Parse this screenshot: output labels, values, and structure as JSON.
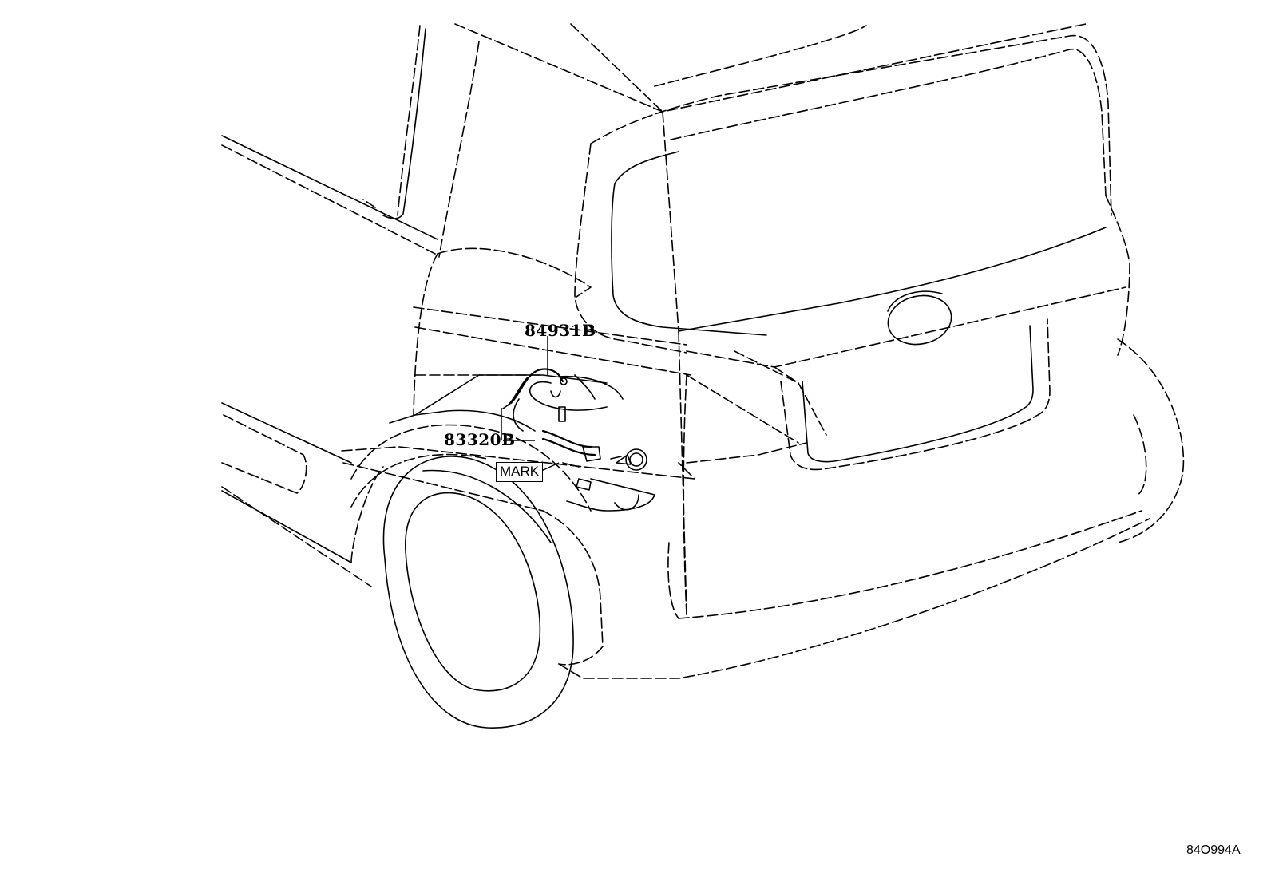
{
  "callouts": {
    "part_a": "84931B",
    "part_b": "83320B",
    "mark": "MARK"
  },
  "catalog_code": "84O994A"
}
